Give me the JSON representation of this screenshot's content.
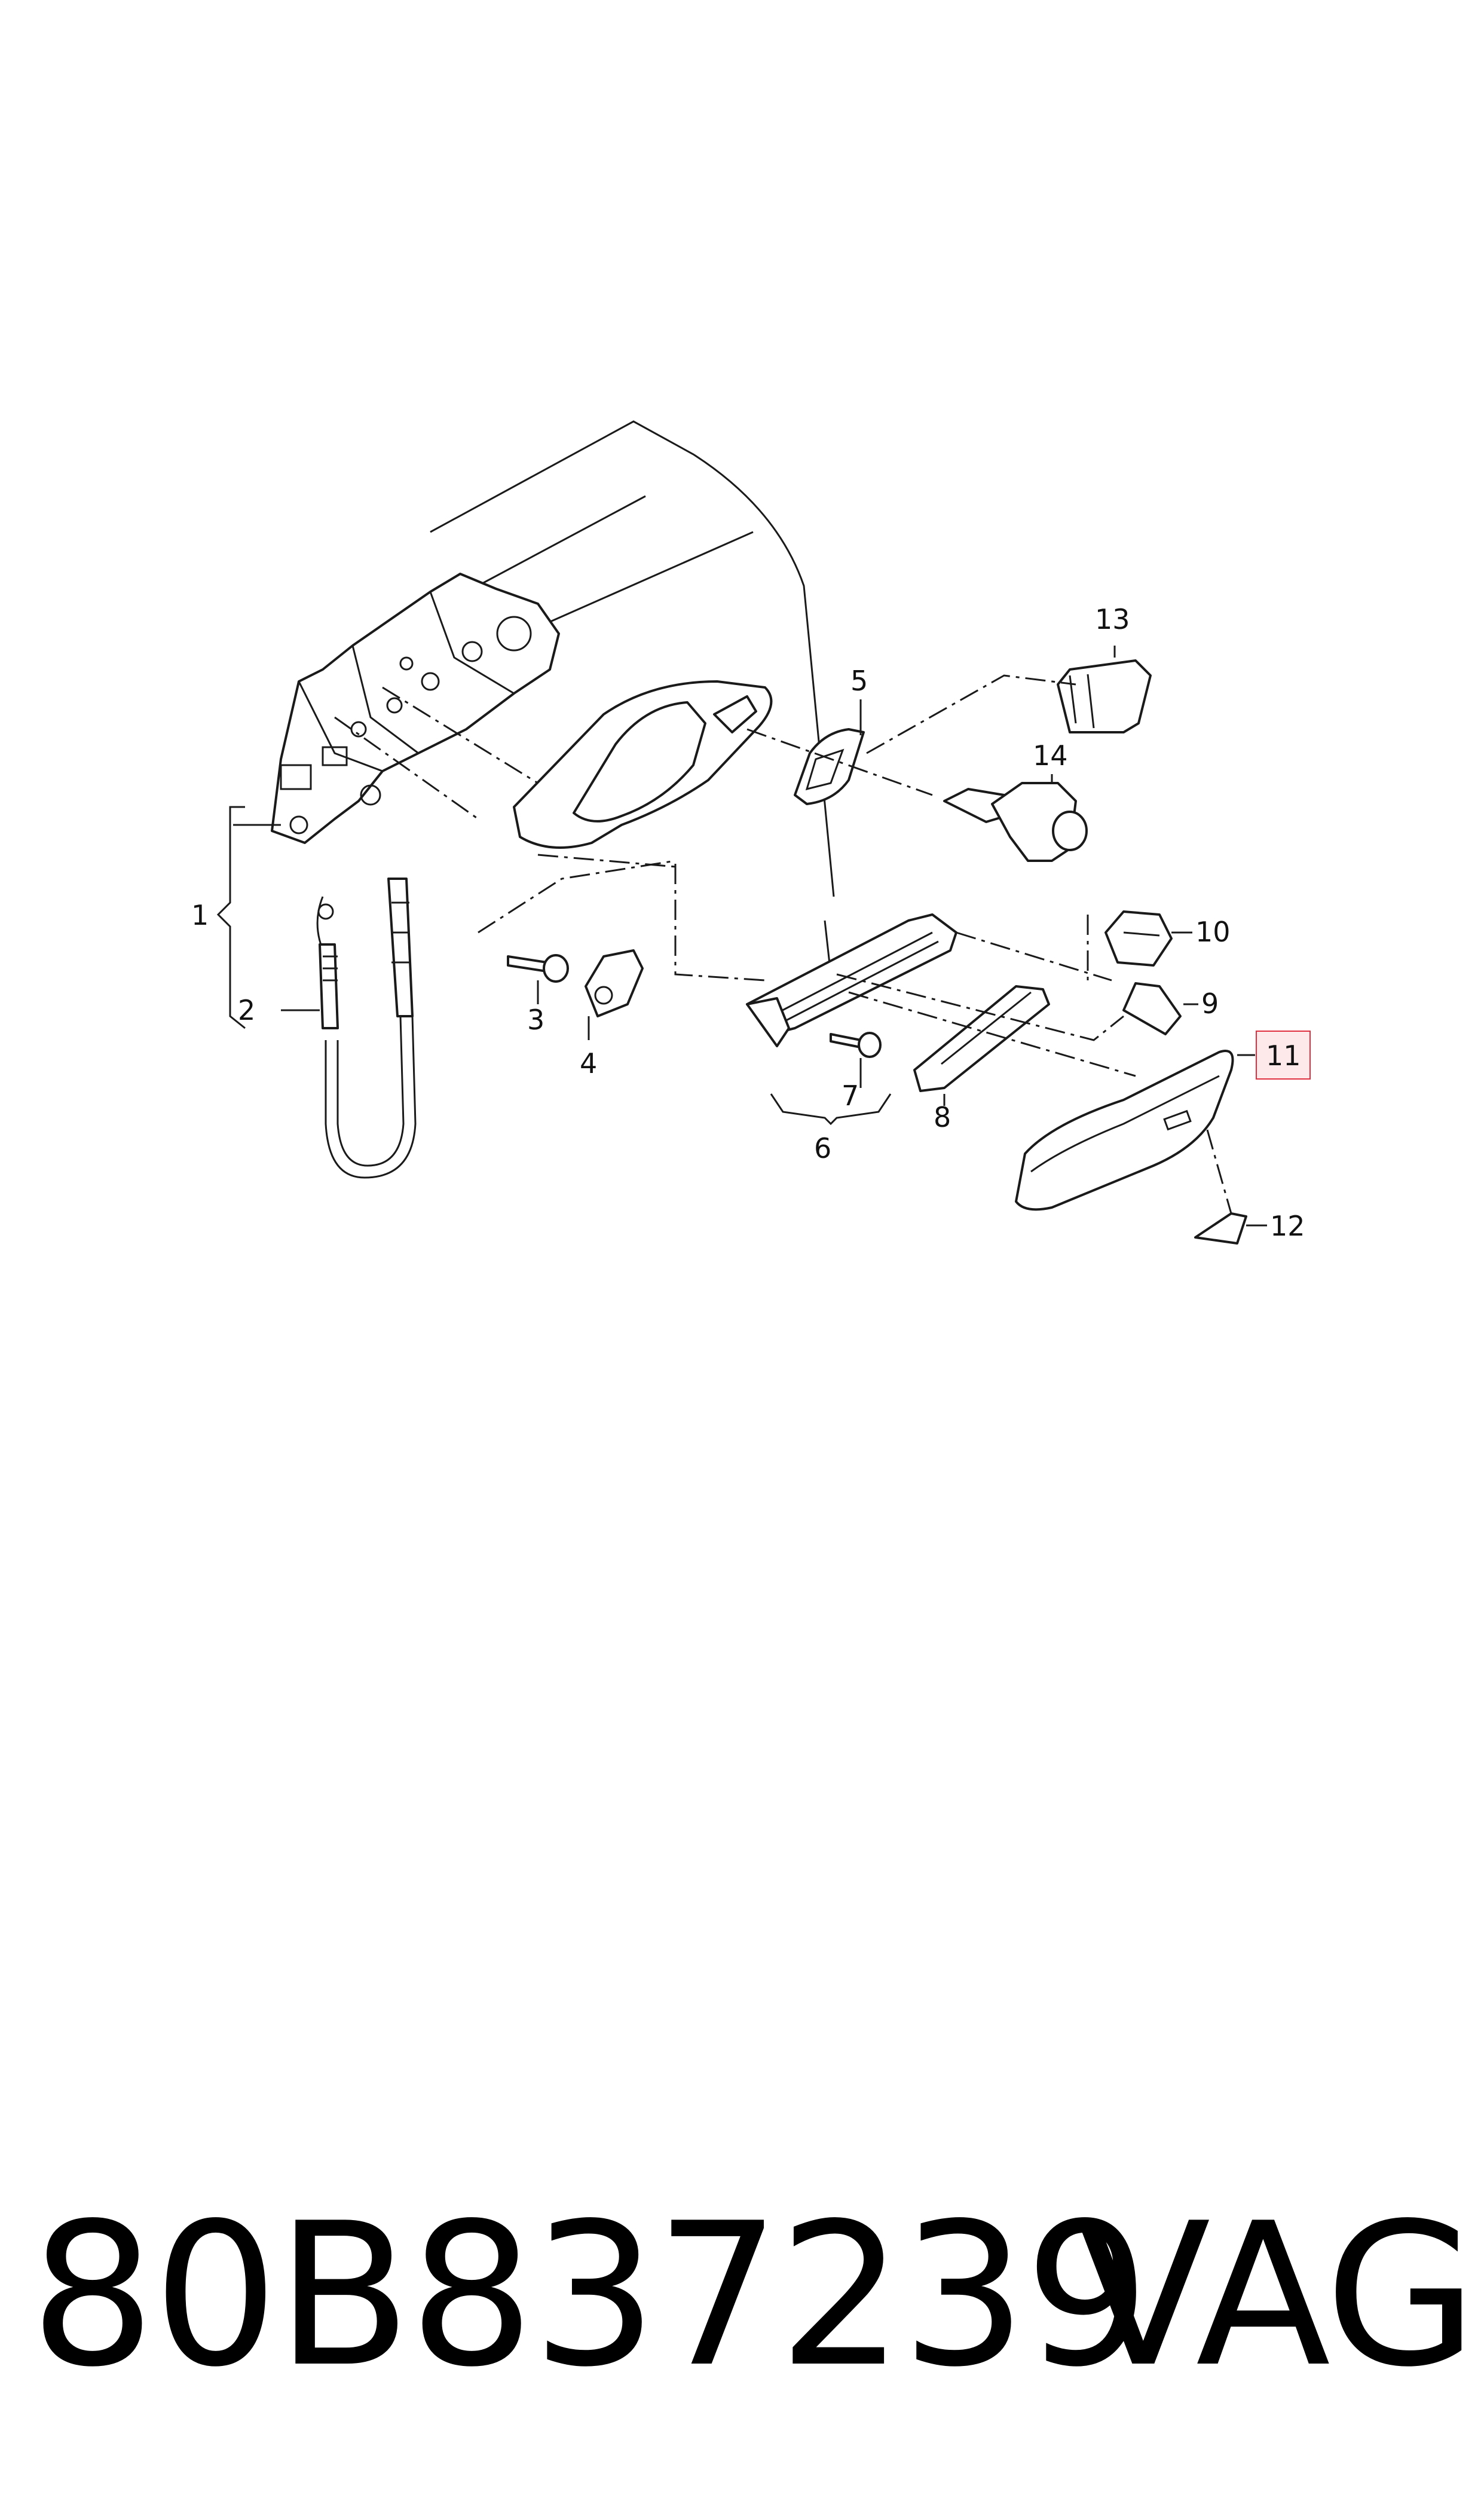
{
  "callouts": {
    "c1": "1",
    "c2": "2",
    "c3": "3",
    "c4": "4",
    "c5": "5",
    "c6": "6",
    "c7": "7",
    "c8": "8",
    "c9": "9",
    "c10": "10",
    "c11": "11",
    "c12": "12",
    "c13": "13",
    "c14": "14"
  },
  "highlighted_callout": "11",
  "highlight_color": "#e03040",
  "caption": {
    "part_number": "80B837239",
    "brand": "VAG"
  }
}
